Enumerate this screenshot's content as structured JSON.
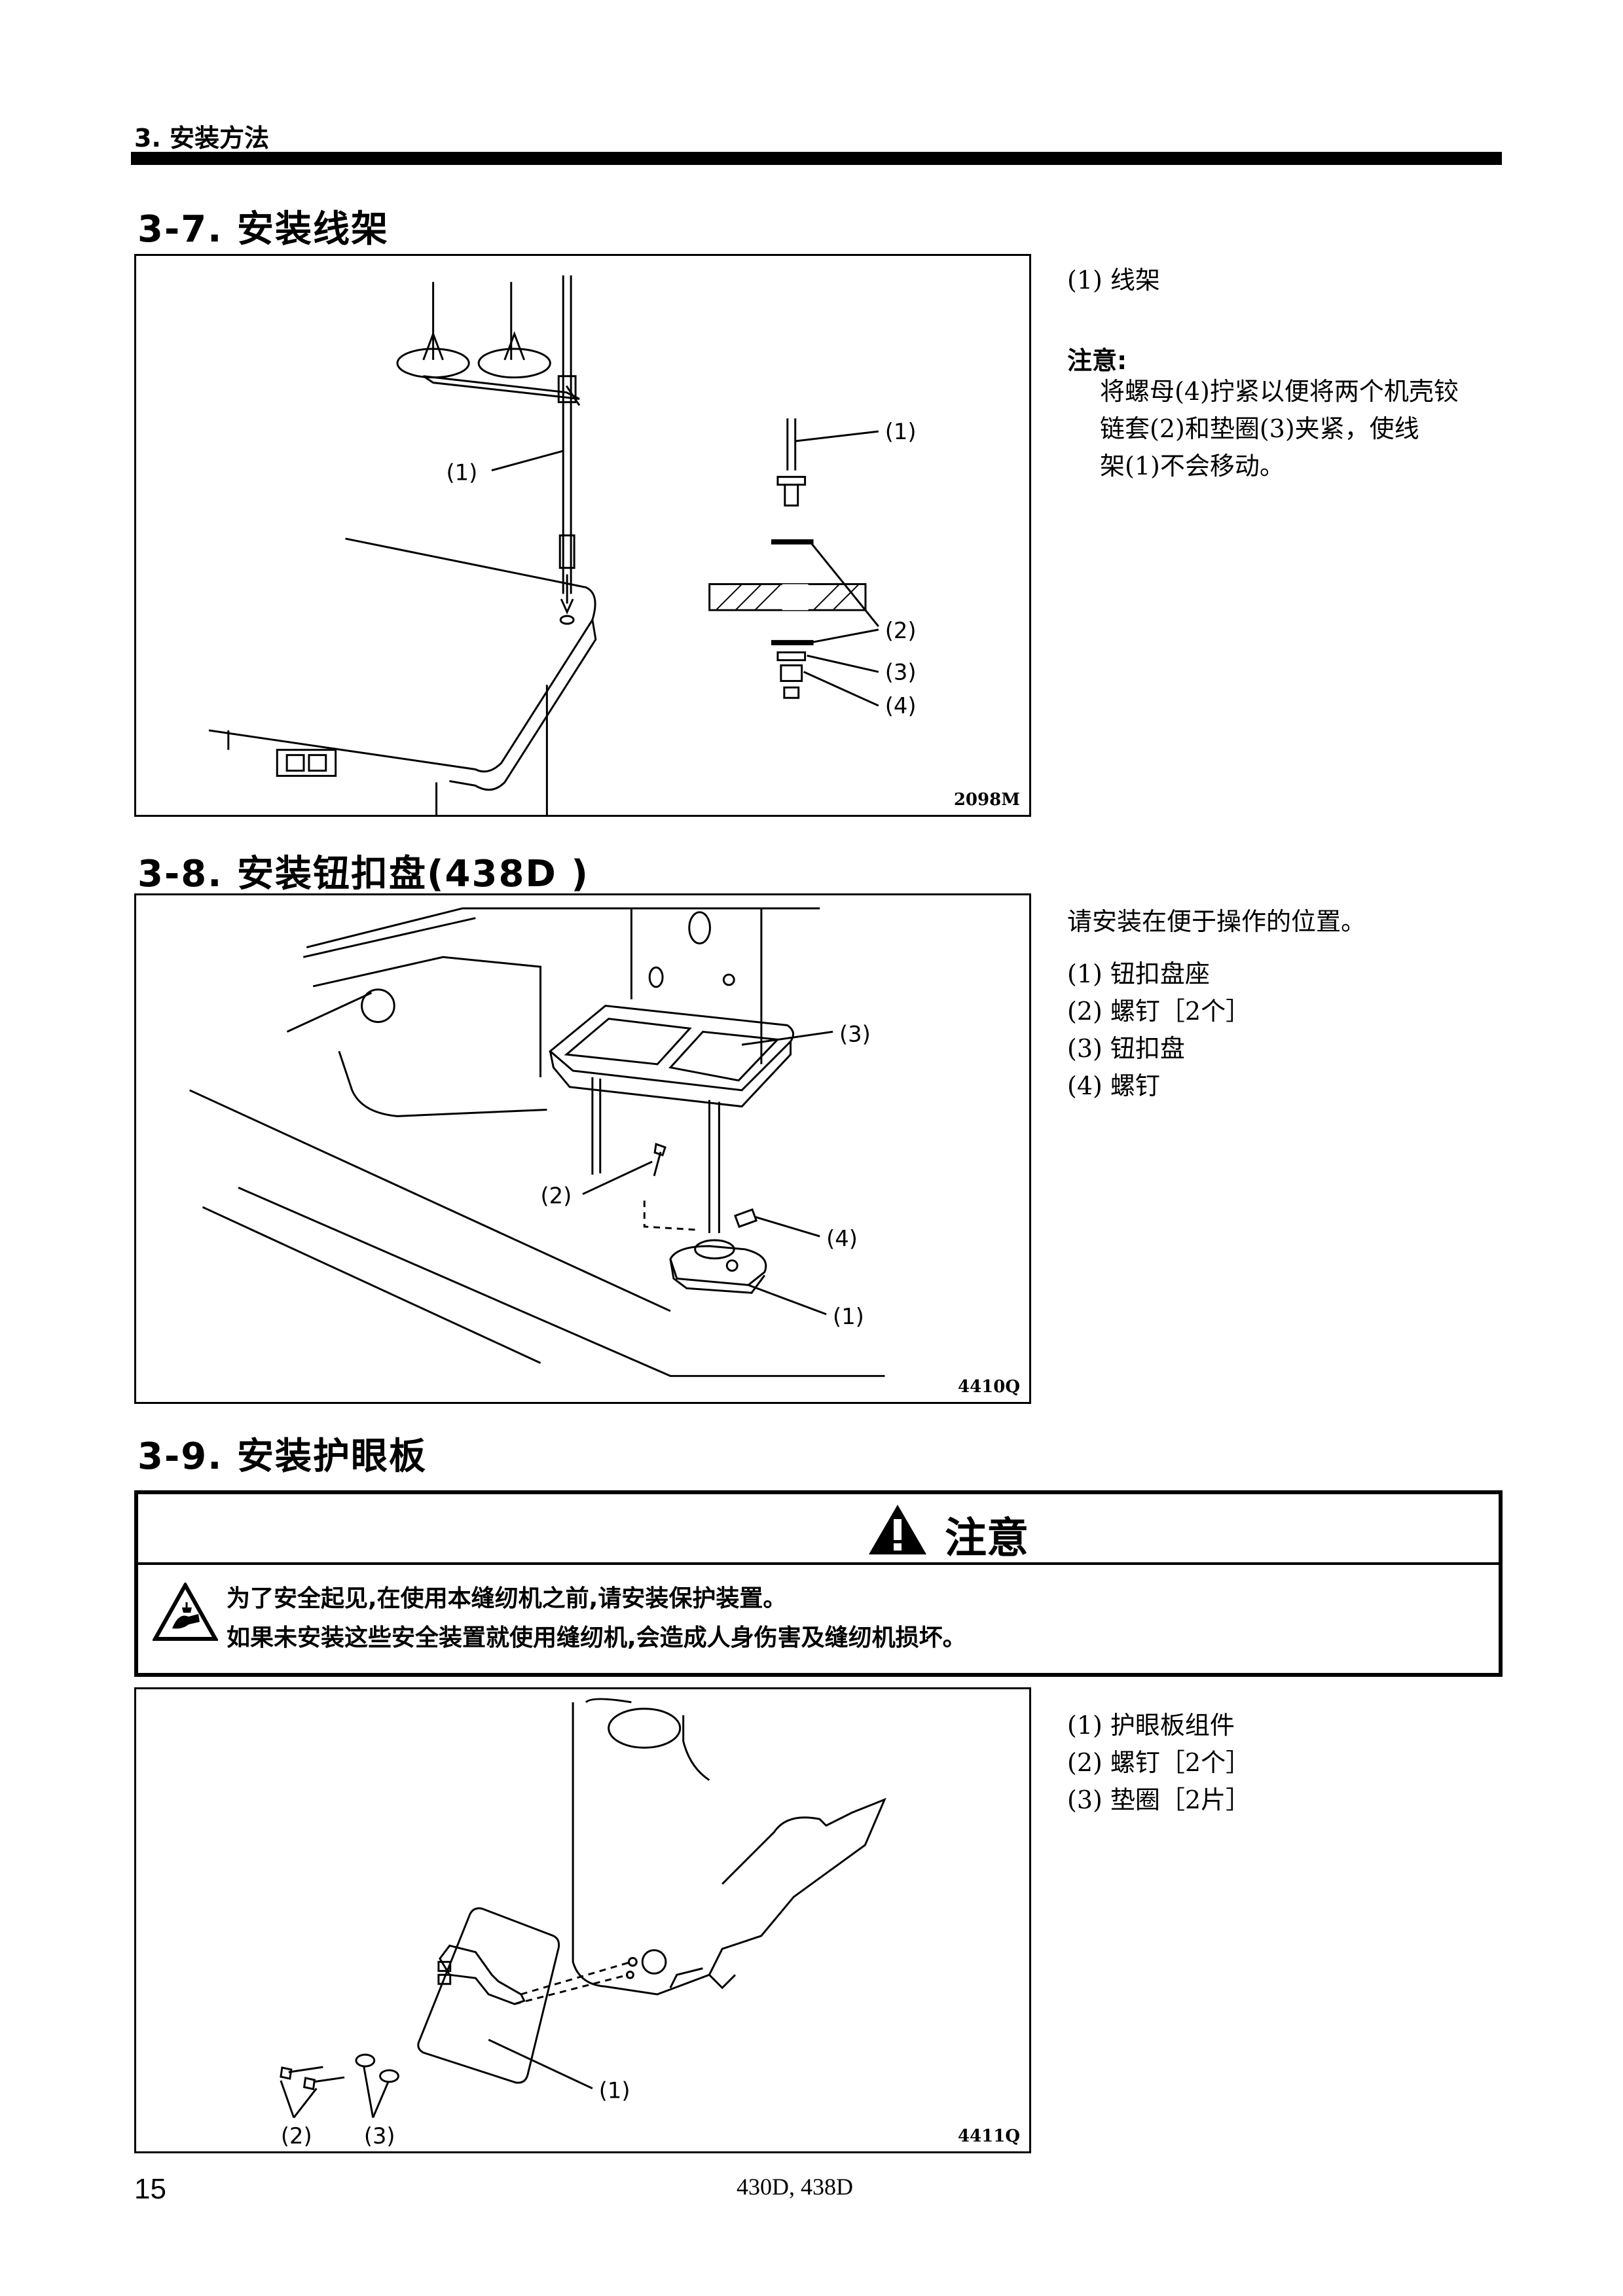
{
  "header": {
    "running_title": "3. 安装方法",
    "page_number": "15",
    "model": "430D, 438D"
  },
  "sections": [
    {
      "title": "3-7. 安装线架",
      "figure_code": "2098M",
      "callouts": [
        "(1)",
        "(1)",
        "(2)",
        "(3)",
        "(4)"
      ],
      "parts": [
        "(1) 线架"
      ],
      "note_heading": "注意:",
      "note_lines": [
        "将螺母(4)拧紧以便将两个机壳铰",
        "链套(2)和垫圈(3)夹紧，使线",
        "架(1)不会移动。"
      ]
    },
    {
      "title": "3-8. 安装钮扣盘(438D    )",
      "figure_code": "4410Q",
      "callouts": [
        "(3)",
        "(2)",
        "(4)",
        "(1)"
      ],
      "intro": "请安装在便于操作的位置。",
      "parts": [
        "(1) 钮扣盘座",
        "(2) 螺钉［2个］",
        "(3) 钮扣盘",
        "(4) 螺钉"
      ]
    },
    {
      "title": "3-9. 安装护眼板",
      "figure_code": "4411Q",
      "callouts": [
        "(1)",
        "(2)",
        "(3)"
      ],
      "parts": [
        "(1) 护眼板组件",
        "(2) 螺钉［2个］",
        "(3) 垫圈［2片］"
      ]
    }
  ],
  "caution": {
    "title": "注意",
    "lines": [
      "为了安全起见,在使用本缝纫机之前,请安装保护装置。",
      "如果未安装这些安全装置就使用缝纫机,会造成人身伤害及缝纫机损坏。"
    ],
    "icons": [
      "warning-triangle-icon",
      "hand-injury-warning-icon"
    ]
  }
}
